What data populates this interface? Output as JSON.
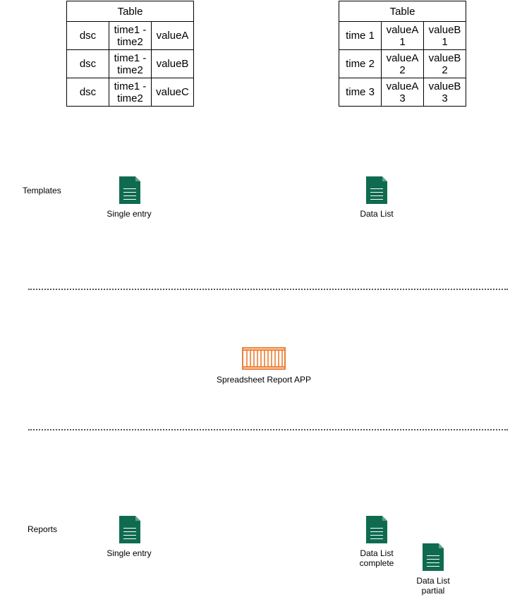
{
  "table_left": {
    "title": "Table",
    "rows": [
      [
        "dsc",
        "time1 -\ntime2",
        "valueA"
      ],
      [
        "dsc",
        "time1 -\ntime2",
        "valueB"
      ],
      [
        "dsc",
        "time1 -\ntime2",
        "valueC"
      ]
    ]
  },
  "table_right": {
    "title": "Table",
    "rows": [
      [
        "time 1",
        "valueA\n1",
        "valueB\n1"
      ],
      [
        "time 2",
        "valueA\n2",
        "valueB\n2"
      ],
      [
        "time 3",
        "valueA\n3",
        "valueB\n3"
      ]
    ]
  },
  "templates": {
    "section_label": "Templates",
    "single_entry": "Single entry",
    "data_list": "Data List"
  },
  "app": {
    "label": "Spreadsheet Report APP",
    "icon": "container-icon",
    "color": "#ED7D31"
  },
  "reports": {
    "section_label": "Reports",
    "single_entry": "Single entry",
    "data_list_complete": "Data List\ncomplete",
    "data_list_partial": "Data List\npartial"
  },
  "colors": {
    "doc_icon": "#0F6B4F",
    "app_icon": "#ED7D31"
  }
}
